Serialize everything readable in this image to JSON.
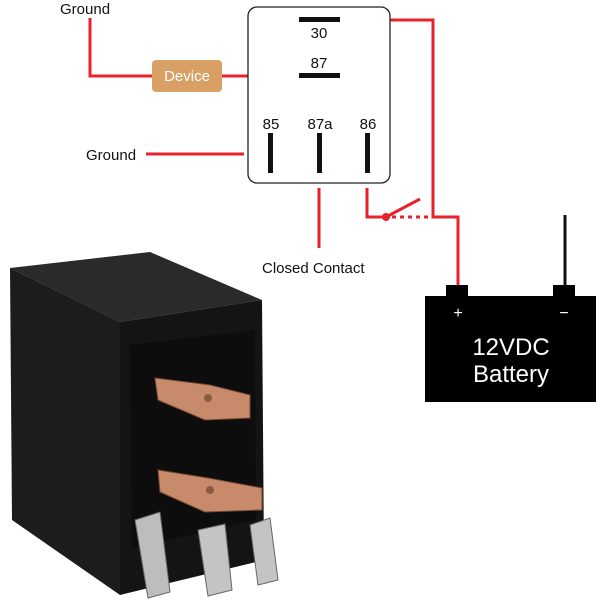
{
  "labels": {
    "ground_top": "Ground",
    "ground_mid": "Ground",
    "device": "Device",
    "closed_contact": "Closed Contact",
    "battery_line1": "12VDC",
    "battery_line2": "Battery",
    "battery_plus": "+",
    "battery_minus": "−"
  },
  "pins": {
    "p30": "30",
    "p87": "87",
    "p85": "85",
    "p87a": "87a",
    "p86": "86"
  },
  "colors": {
    "wire": "#e8222a",
    "device": "#d9a066",
    "battery": "#000000"
  }
}
